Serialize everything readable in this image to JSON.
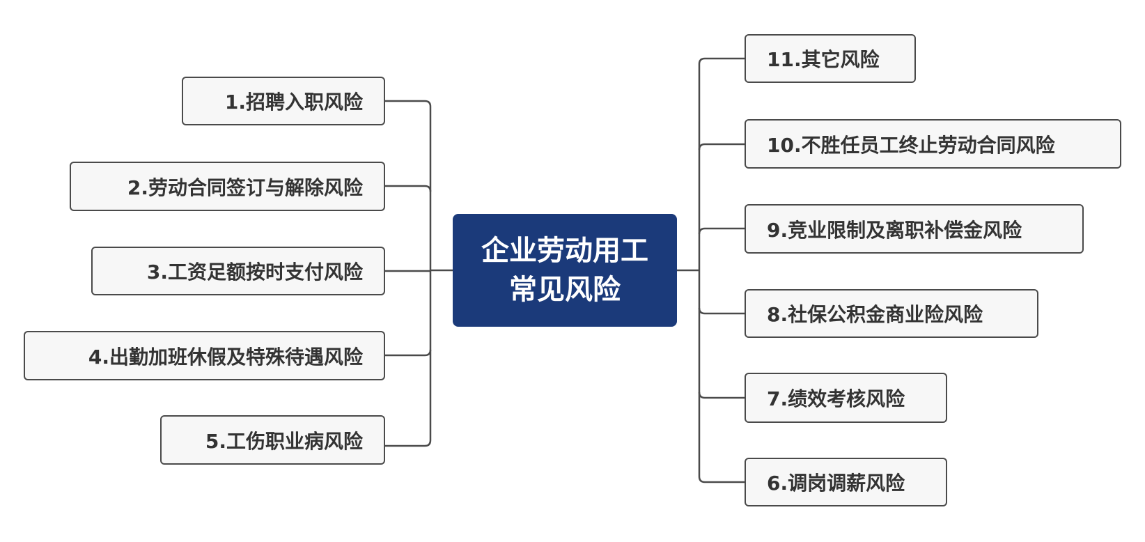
{
  "central_topic": {
    "line1": "企业劳动用工",
    "line2": "常见风险"
  },
  "left_branches": [
    {
      "label": "1.招聘入职风险"
    },
    {
      "label": "2.劳动合同签订与解除风险"
    },
    {
      "label": "3.工资足额按时支付风险"
    },
    {
      "label": "4.出勤加班休假及特殊待遇风险"
    },
    {
      "label": "5.工伤职业病风险"
    }
  ],
  "right_branches": [
    {
      "label": "11.其它风险"
    },
    {
      "label": "10.不胜任员工终止劳动合同风险"
    },
    {
      "label": "9.竞业限制及离职补偿金风险"
    },
    {
      "label": "8.社保公积金商业险风险"
    },
    {
      "label": "7.绩效考核风险"
    },
    {
      "label": "6.调岗调薪风险"
    }
  ],
  "colors": {
    "central_fill": "#1b3a7a",
    "node_fill": "#f7f7f7",
    "line": "#4a4a4a"
  }
}
